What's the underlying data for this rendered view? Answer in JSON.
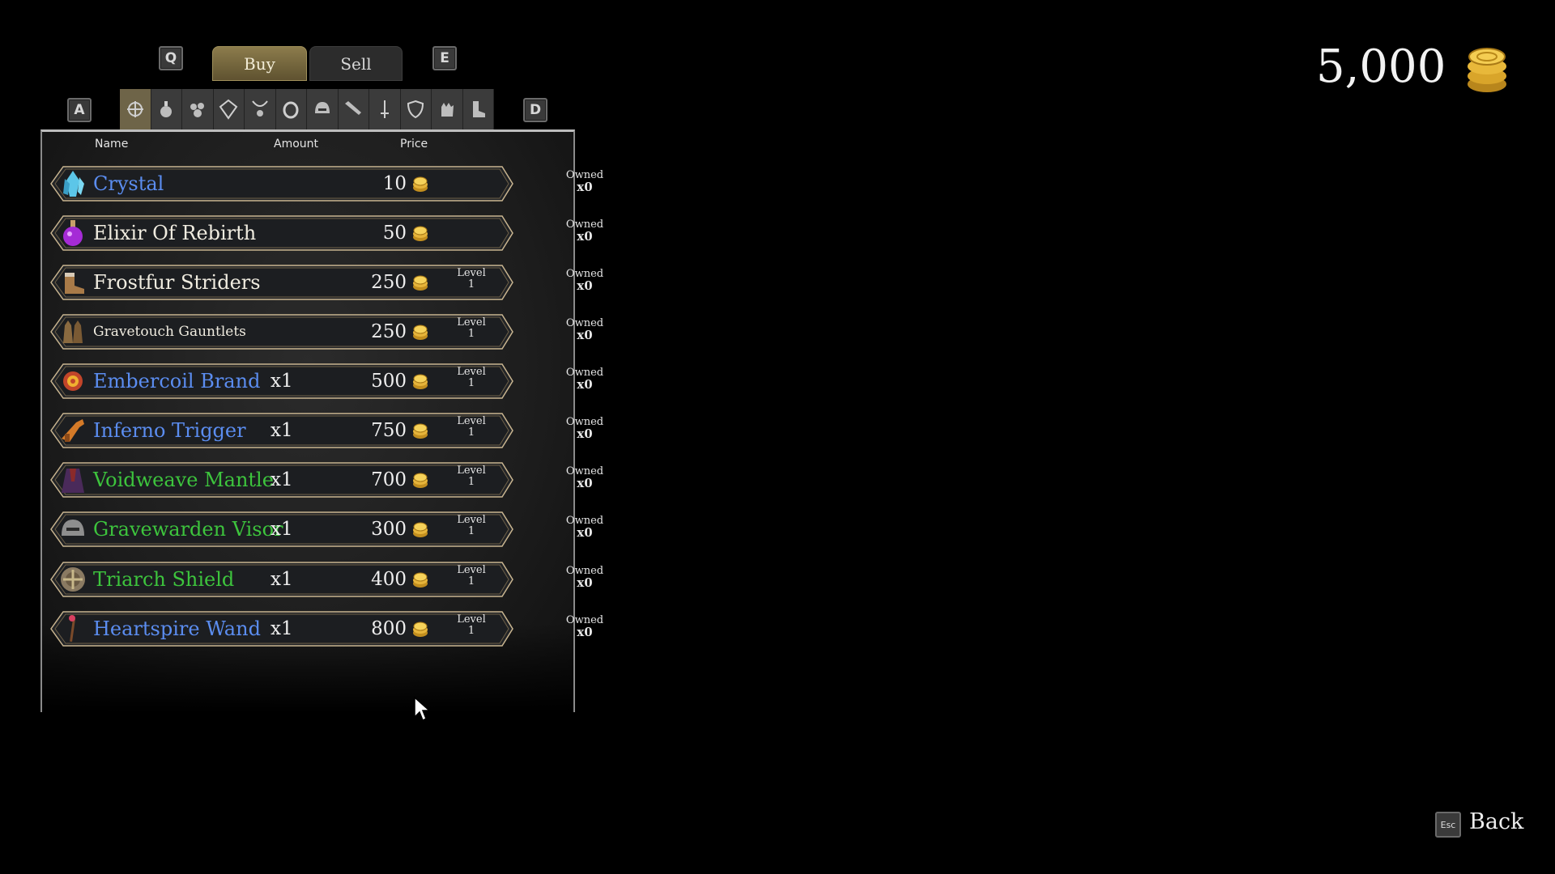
{
  "header": {
    "key_left_tab": "Q",
    "key_right_tab": "E",
    "tabs": [
      {
        "label": "Buy",
        "active": true
      },
      {
        "label": "Sell",
        "active": false
      }
    ],
    "key_prev_category": "A",
    "key_next_category": "D",
    "categories": [
      {
        "icon": "all-items-icon",
        "active": true
      },
      {
        "icon": "potion-icon",
        "active": false
      },
      {
        "icon": "materials-icon",
        "active": false
      },
      {
        "icon": "gem-icon",
        "active": false
      },
      {
        "icon": "amulet-icon",
        "active": false
      },
      {
        "icon": "ring-icon",
        "active": false
      },
      {
        "icon": "helmet-icon",
        "active": false
      },
      {
        "icon": "gun-icon",
        "active": false
      },
      {
        "icon": "sword-icon",
        "active": false
      },
      {
        "icon": "shield-icon",
        "active": false
      },
      {
        "icon": "gloves-icon",
        "active": false
      },
      {
        "icon": "boots-icon",
        "active": false
      }
    ]
  },
  "columns": {
    "name": "Name",
    "amount": "Amount",
    "price": "Price"
  },
  "items": [
    {
      "name": "Crystal",
      "color": "#5b8df0",
      "amount": "",
      "price": "10",
      "level_label": "",
      "level": "",
      "owned_label": "Owned",
      "owned": "x0",
      "icon": "crystal-icon"
    },
    {
      "name": "Elixir Of Rebirth",
      "color": "#f0ece0",
      "amount": "",
      "price": "50",
      "level_label": "",
      "level": "",
      "owned_label": "Owned",
      "owned": "x0",
      "icon": "elixir-icon"
    },
    {
      "name": "Frostfur Striders",
      "color": "#f0ece0",
      "amount": "",
      "price": "250",
      "level_label": "Level",
      "level": "1",
      "owned_label": "Owned",
      "owned": "x0",
      "icon": "boots-icon"
    },
    {
      "name": "Gravetouch Gauntlets",
      "color": "#f0ece0",
      "amount": "",
      "price": "250",
      "level_label": "Level",
      "level": "1",
      "owned_label": "Owned",
      "owned": "x0",
      "icon": "gauntlets-icon"
    },
    {
      "name": "Embercoil Brand",
      "color": "#5b8df0",
      "amount": "x1",
      "price": "500",
      "level_label": "Level",
      "level": "1",
      "owned_label": "Owned",
      "owned": "x0",
      "icon": "brand-icon"
    },
    {
      "name": "Inferno Trigger",
      "color": "#5b8df0",
      "amount": "x1",
      "price": "750",
      "level_label": "Level",
      "level": "1",
      "owned_label": "Owned",
      "owned": "x0",
      "icon": "gun-icon"
    },
    {
      "name": "Voidweave Mantle",
      "color": "#3dc43d",
      "amount": "x1",
      "price": "700",
      "level_label": "Level",
      "level": "1",
      "owned_label": "Owned",
      "owned": "x0",
      "icon": "mantle-icon"
    },
    {
      "name": "Gravewarden Visor",
      "color": "#3dc43d",
      "amount": "x1",
      "price": "300",
      "level_label": "Level",
      "level": "1",
      "owned_label": "Owned",
      "owned": "x0",
      "icon": "helmet-icon"
    },
    {
      "name": "Triarch Shield",
      "color": "#3dc43d",
      "amount": "x1",
      "price": "400",
      "level_label": "Level",
      "level": "1",
      "owned_label": "Owned",
      "owned": "x0",
      "icon": "shield-icon"
    },
    {
      "name": "Heartspire Wand",
      "color": "#5b8df0",
      "amount": "x1",
      "price": "800",
      "level_label": "Level",
      "level": "1",
      "owned_label": "Owned",
      "owned": "x0",
      "icon": "wand-icon"
    }
  ],
  "gold": {
    "amount": "5,000",
    "icon": "gold-coins-icon"
  },
  "footer": {
    "back_key": "Esc",
    "back_label": "Back"
  }
}
